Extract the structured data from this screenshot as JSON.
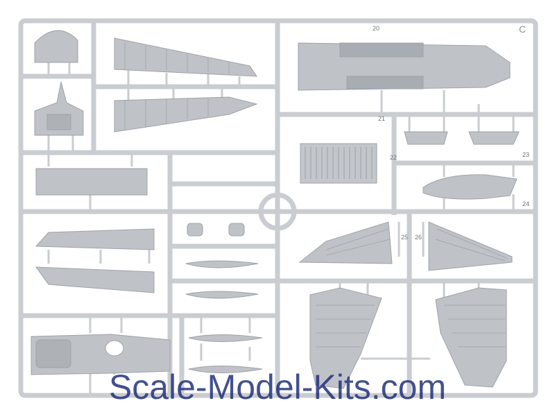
{
  "sprue": {
    "letter": "C",
    "colors": {
      "sprue": "#c9ccd0",
      "part": "#bfc3c8",
      "detail": "#8f949a",
      "background": "#ffffff"
    },
    "part_numbers": [
      "20",
      "21",
      "22",
      "23",
      "24",
      "25",
      "26"
    ]
  },
  "watermark": {
    "text": "Scale-Model-Kits.com"
  }
}
